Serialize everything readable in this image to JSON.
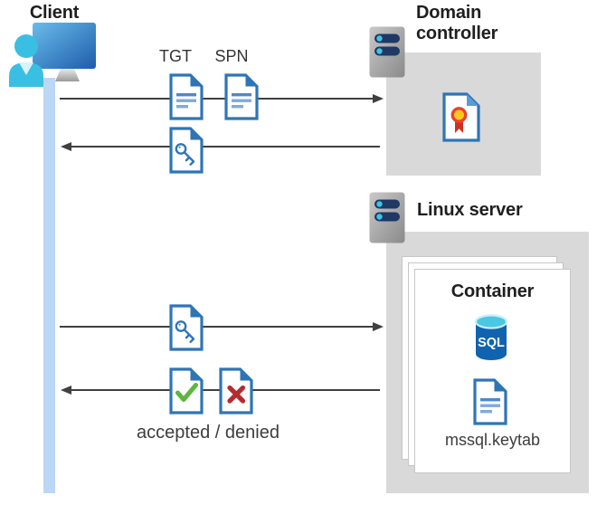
{
  "diagram": {
    "client": {
      "label": "Client"
    },
    "domain_controller": {
      "label": "Domain controller"
    },
    "linux_server": {
      "label": "Linux server"
    },
    "container": {
      "label": "Container",
      "sql_label": "SQL",
      "keytab_label": "mssql.keytab"
    },
    "messages": {
      "tgt": "TGT",
      "spn": "SPN",
      "accepted_denied": "accepted / denied"
    },
    "flows": [
      {
        "from": "Client",
        "to": "Domain controller",
        "direction": "right",
        "carries": [
          "TGT document",
          "SPN document"
        ]
      },
      {
        "from": "Domain controller",
        "to": "Client",
        "direction": "left",
        "carries": [
          "key ticket document"
        ]
      },
      {
        "from": "Client",
        "to": "Linux server",
        "direction": "right",
        "carries": [
          "key ticket document"
        ]
      },
      {
        "from": "Linux server",
        "to": "Client",
        "direction": "left",
        "carries": [
          "accepted document",
          "denied document"
        ],
        "label": "accepted / denied"
      }
    ],
    "icons": [
      "user-monitor-icon",
      "server-icon",
      "text-document-icon",
      "key-document-icon",
      "certificate-document-icon",
      "check-document-icon",
      "cross-document-icon",
      "sql-database-icon"
    ],
    "colors": {
      "doc_blue": "#2E75B6",
      "doc_line_dark": "#4E88CB",
      "doc_line_light": "#7FAADC",
      "box_gray": "#D9D9D9",
      "arrow_gray": "#404040",
      "lifeline_blue": "#BCD7F5",
      "check_green": "#5FB53F",
      "cross_red": "#B52B30",
      "rosette_yellow": "#FFC81E",
      "rosette_ring_red": "#E8432D",
      "ribbon_red": "#CE3226",
      "server_bar_navy": "#1F3864",
      "accent_cyan": "#3EC4E8",
      "sql_body_blue": "#1063AF",
      "sql_top_cyan": "#49C7E3",
      "person_cyan": "#39BFE2"
    }
  }
}
